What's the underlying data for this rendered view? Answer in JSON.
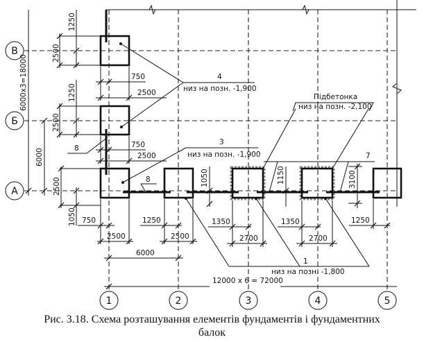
{
  "caption": {
    "line1": "Рис. 3.18.  Схема розташування елементів фундаментів і фундаментних",
    "line2": "балок"
  },
  "axes": {
    "rows": [
      "В",
      "Б",
      "А"
    ],
    "columns": [
      "1",
      "2",
      "3",
      "4",
      "5"
    ]
  },
  "dimensions": {
    "row_span_total": "6000x3=18000",
    "row_spacing": "6000",
    "column_span_total": "12000  x  6 =  72000",
    "column_spacing": "6000",
    "b_top": "1250",
    "b_size": "2500",
    "b_offset": "750",
    "b_width": "2500",
    "bb_top": "1250",
    "bb_size": "2500",
    "bb_offset": "750",
    "bb_width": "2500",
    "a_size": "2500",
    "a_bottom": "1050",
    "a1_offset": "750",
    "a1_width": "2500",
    "a2_offset": "1250",
    "a2_width": "2500",
    "beam_1050": "1050",
    "beam_1150": "1150",
    "pad_3100": "3100",
    "a3_offset": "1350",
    "a3_width": "2700",
    "a4_offset": "1350",
    "a4_width": "2700",
    "a5_offset": "1250"
  },
  "labels": {
    "mark4_num": "4",
    "mark4_text": "низ на позн. -1,900",
    "mark3_num": "3",
    "mark3_text": "низ на позн. -1,900",
    "mark1_num": "1",
    "mark1_text": "низ на позн. -1,800",
    "prep_title": "Підбетонка",
    "prep_text": "низ на позн. -2,100",
    "mark7": "7",
    "mark8a": "8",
    "mark8b": "8"
  }
}
